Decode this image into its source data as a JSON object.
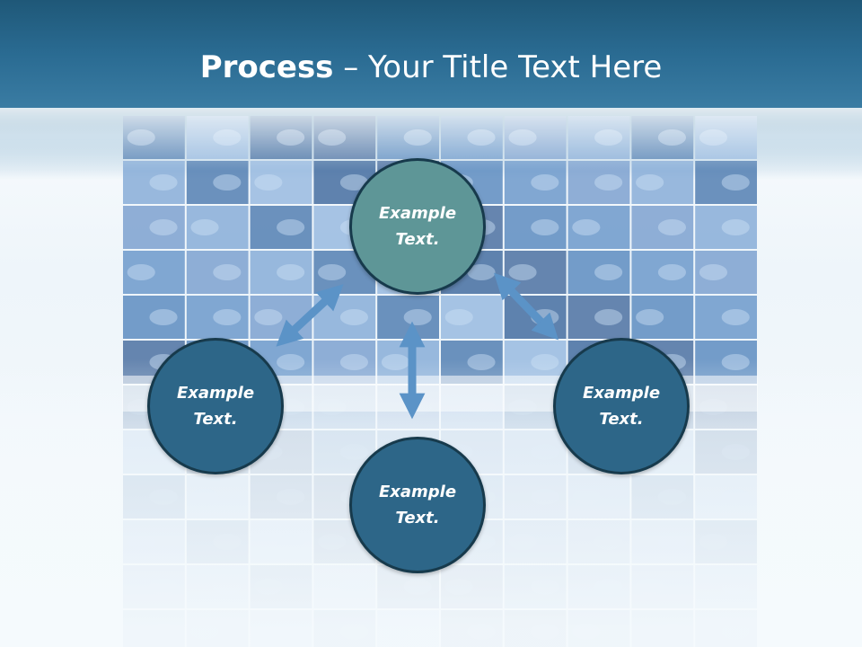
{
  "title": {
    "bold": "Process",
    "rest": " – Your Title Text Here"
  },
  "nodes": {
    "top": "Example\nText.",
    "left": "Example\nText.",
    "right": "Example\nText.",
    "bottom": "Example\nText."
  },
  "colors": {
    "header": "#2a6b92",
    "node_top": "#5e9697",
    "node_other": "#2d6688",
    "arrow": "#5b93c7"
  }
}
